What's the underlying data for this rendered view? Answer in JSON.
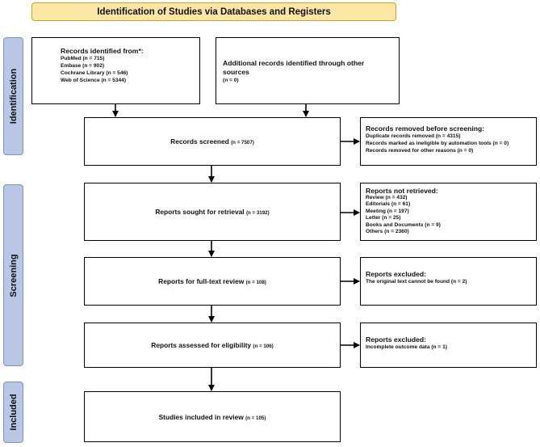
{
  "title": "Identification of Studies via Databases and Registers",
  "phases": {
    "identification": "Identification",
    "screening": "Screening",
    "included": "Included"
  },
  "identified": {
    "heading": "Records identified from*:",
    "items": [
      "PubMed (n = 715)",
      "Embase (n = 902)",
      "Cochrane Library (n = 546)",
      "Web of Science (n = 5344)"
    ]
  },
  "additional": {
    "heading": "Additional records identified through other sources",
    "count": "(n = 0)"
  },
  "screened": {
    "label": "Records screened",
    "count": "(n = 7507)"
  },
  "removed": {
    "heading": "Records removed before screening:",
    "items": [
      "Duplicate records removed (n = 4315)",
      "Records marked as ineligible by automation tools (n = 0)",
      "Records removed for other reasons (n = 0)"
    ]
  },
  "sought": {
    "label": "Reports sought for retrieval",
    "count": "(n = 3192)"
  },
  "not_retrieved": {
    "heading": "Reports not retrieved:",
    "items": [
      "Review (n = 432)",
      "Editorials (n = 61)",
      "Meeting (n = 197)",
      "Letter (n = 25)",
      "Books and Documents (n = 9)",
      "Others (n = 2360)"
    ]
  },
  "fulltext": {
    "label": "Reports for full-text review",
    "count": "(n = 108)"
  },
  "excluded1": {
    "heading": "Reports excluded:",
    "items": [
      "The original text cannot be found (n = 2)"
    ]
  },
  "eligibility": {
    "label": "Reports assessed for eligibility",
    "count": "(n = 106)"
  },
  "excluded2": {
    "heading": "Reports excluded:",
    "items": [
      "Incomplete outcome data (n = 1)"
    ]
  },
  "included": {
    "label": "Studies included in review",
    "count": "(n = 105)"
  }
}
